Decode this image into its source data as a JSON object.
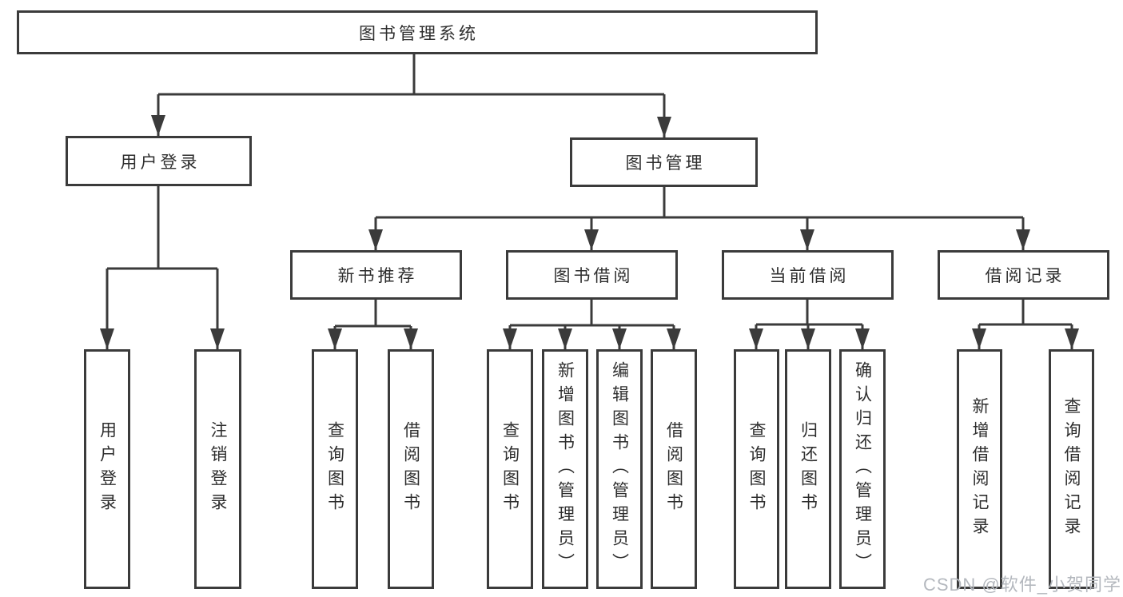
{
  "tree": {
    "root": "图书管理系统",
    "user_login_branch": {
      "label": "用户登录",
      "children": [
        "用户登录",
        "注销登录"
      ]
    },
    "book_mgmt_branch": {
      "label": "图书管理"
    },
    "modules": [
      {
        "label": "新书推荐",
        "children": [
          "查询图书",
          "借阅图书"
        ]
      },
      {
        "label": "图书借阅",
        "children": [
          "查询图书",
          "新增图书（管理员）",
          "编辑图书（管理员）",
          "借阅图书"
        ]
      },
      {
        "label": "当前借阅",
        "children": [
          "查询图书",
          "归还图书",
          "确认归还（管理员）"
        ]
      },
      {
        "label": "借阅记录",
        "children": [
          "新增借阅记录",
          "查询借阅记录"
        ]
      }
    ]
  },
  "colors": {
    "line": "#3b3b3b",
    "text": "#2e2e2e",
    "watermark": "#b4b8be"
  },
  "watermark": {
    "text": "CSDN @软件_小贺同学"
  }
}
